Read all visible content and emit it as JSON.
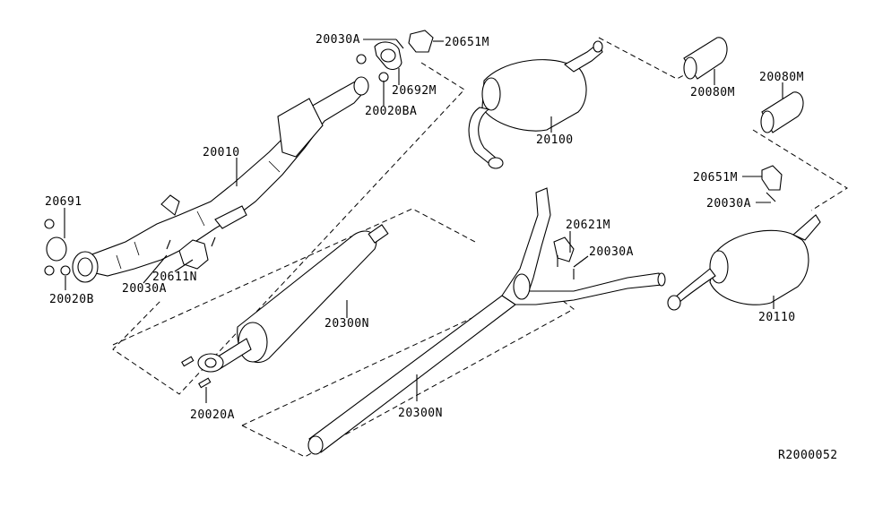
{
  "diagram": {
    "title": "Exhaust System Parts Diagram",
    "reference_code": "R2000052",
    "parts": [
      {
        "id": "p1",
        "label": "20030A"
      },
      {
        "id": "p2",
        "label": "20651M"
      },
      {
        "id": "p3",
        "label": "20692M"
      },
      {
        "id": "p4",
        "label": "20020BA"
      },
      {
        "id": "p5",
        "label": "20010"
      },
      {
        "id": "p6",
        "label": "20691"
      },
      {
        "id": "p7",
        "label": "20020B"
      },
      {
        "id": "p8",
        "label": "20611N"
      },
      {
        "id": "p9",
        "label": "20030A"
      },
      {
        "id": "p10",
        "label": "20100"
      },
      {
        "id": "p11",
        "label": "20080M"
      },
      {
        "id": "p12",
        "label": "20080M"
      },
      {
        "id": "p13",
        "label": "20651M"
      },
      {
        "id": "p14",
        "label": "20030A"
      },
      {
        "id": "p15",
        "label": "20621M"
      },
      {
        "id": "p16",
        "label": "20030A"
      },
      {
        "id": "p17",
        "label": "20110"
      },
      {
        "id": "p18",
        "label": "20300N"
      },
      {
        "id": "p19",
        "label": "20020A"
      },
      {
        "id": "p20",
        "label": "20300N"
      }
    ]
  }
}
